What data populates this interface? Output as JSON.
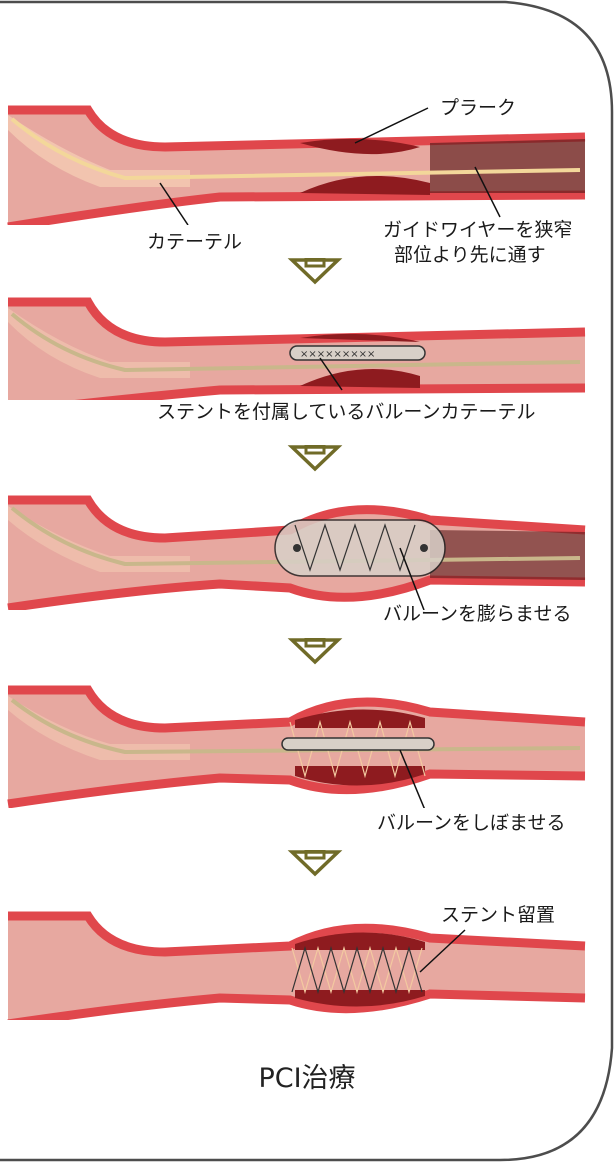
{
  "diagram": {
    "title": "PCI治療",
    "steps": [
      {
        "labels": [
          "プラーク",
          "カテーテル",
          "ガイドワイヤーを狭窄",
          "部位より先に通す"
        ]
      },
      {
        "labels": [
          "ステントを付属しているバルーンカテーテル"
        ]
      },
      {
        "labels": [
          "バルーンを膨らませる"
        ]
      },
      {
        "labels": [
          "バルーンをしぼませる"
        ]
      },
      {
        "labels": [
          "ステント留置"
        ]
      }
    ],
    "colors": {
      "vessel_wall": "#e0474c",
      "lumen": "#e7a8a0",
      "plaque": "#8e1b1f",
      "arrow": "#706b28",
      "catheter": "#f3c9b2",
      "wire": "#f3d79a",
      "frame": "#4d4d4d"
    }
  }
}
